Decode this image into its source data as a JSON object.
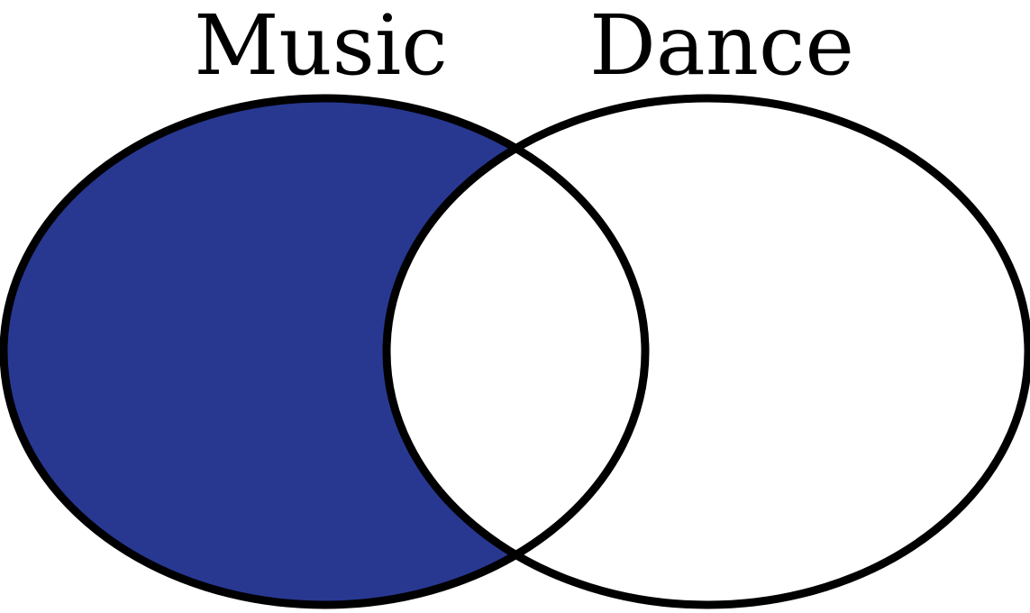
{
  "diagram": {
    "type": "venn",
    "sets": [
      {
        "label": "Music",
        "shaded": "only-left-region"
      },
      {
        "label": "Dance",
        "shaded": "none"
      }
    ],
    "colors": {
      "fill": "#283891",
      "outline": "#000000",
      "background": "#ffffff"
    }
  }
}
